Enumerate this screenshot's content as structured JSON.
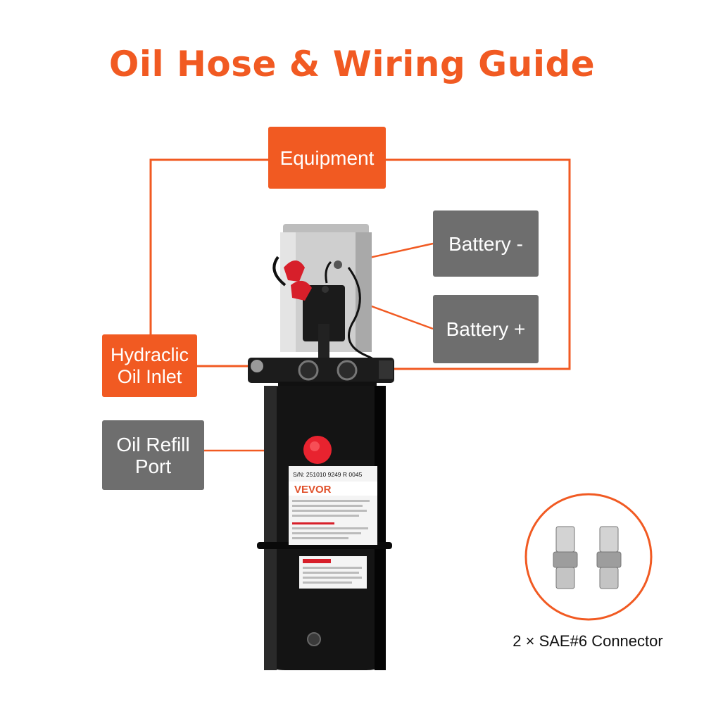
{
  "title": "Oil Hose & Wiring Guide",
  "labels": {
    "equipment": "Equipment",
    "battery_negative": "Battery -",
    "battery_positive": "Battery +",
    "hydraulic_inlet_line1": "Hydraclic",
    "hydraulic_inlet_line2": "Oil Inlet",
    "oil_refill_line1": "Oil Refill",
    "oil_refill_line2": "Port"
  },
  "product": {
    "brand": "VEVOR",
    "serial": "S/N: 251010 9249 R 0045"
  },
  "connector_caption": "2 × SAE#6 Connector",
  "colors": {
    "accent": "#f15a22",
    "label_gray": "#6e6e6e",
    "tank": "#111111",
    "motor": "#c9c9c9",
    "refill_cap": "#e8232f"
  }
}
